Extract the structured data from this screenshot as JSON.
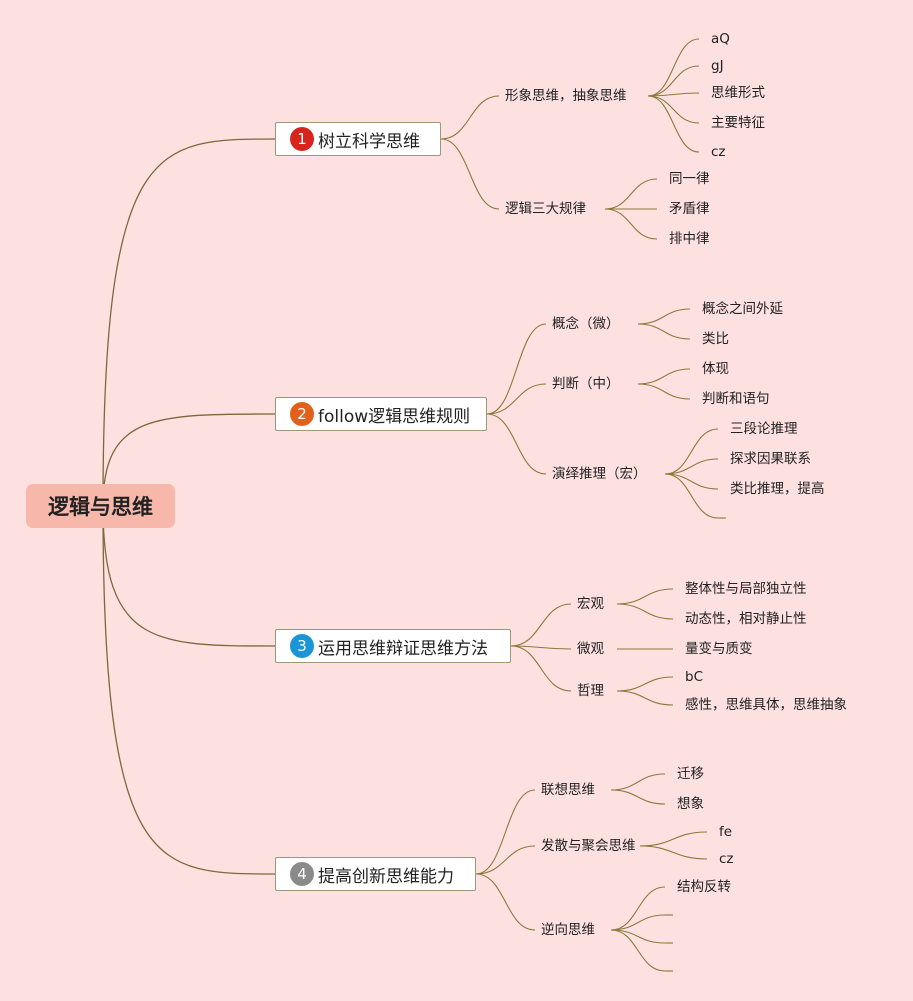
{
  "root": {
    "label": "逻辑与思维"
  },
  "branches": [
    {
      "number": "1",
      "badge_color": "#d8241c",
      "label": "树立科学思维",
      "children": [
        {
          "label": "形象思维，抽象思维",
          "children": [
            "aQ",
            "gJ",
            "思维形式",
            "主要特征",
            "cz"
          ]
        },
        {
          "label": "逻辑三大规律",
          "children": [
            "同一律",
            "矛盾律",
            "排中律"
          ]
        }
      ]
    },
    {
      "number": "2",
      "badge_color": "#e2601a",
      "label": "follow逻辑思维规则",
      "children": [
        {
          "label": "概念（微）",
          "children": [
            "概念之间外延",
            "类比"
          ]
        },
        {
          "label": "判断（中）",
          "children": [
            "体现",
            "判断和语句"
          ]
        },
        {
          "label": "演绎推理（宏）",
          "children": [
            "三段论推理",
            "探求因果联系",
            "类比推理，提高",
            ""
          ]
        }
      ]
    },
    {
      "number": "3",
      "badge_color": "#1a96d6",
      "label": "运用思维辩证思维方法",
      "children": [
        {
          "label": "宏观",
          "children": [
            "整体性与局部独立性",
            "动态性，相对静止性"
          ]
        },
        {
          "label": "微观",
          "children": [
            "量变与质变"
          ]
        },
        {
          "label": "哲理",
          "children": [
            "bC",
            "感性，思维具体，思维抽象"
          ]
        }
      ]
    },
    {
      "number": "4",
      "badge_color": "#8a8a8a",
      "label": "提高创新思维能力",
      "children": [
        {
          "label": "联想思维",
          "children": [
            "迁移",
            "想象"
          ]
        },
        {
          "label": "发散与聚会思维",
          "children": [
            "fe",
            "cz"
          ]
        },
        {
          "label": "逆向思维",
          "children": [
            "结构反转",
            "",
            "",
            ""
          ]
        }
      ]
    }
  ]
}
